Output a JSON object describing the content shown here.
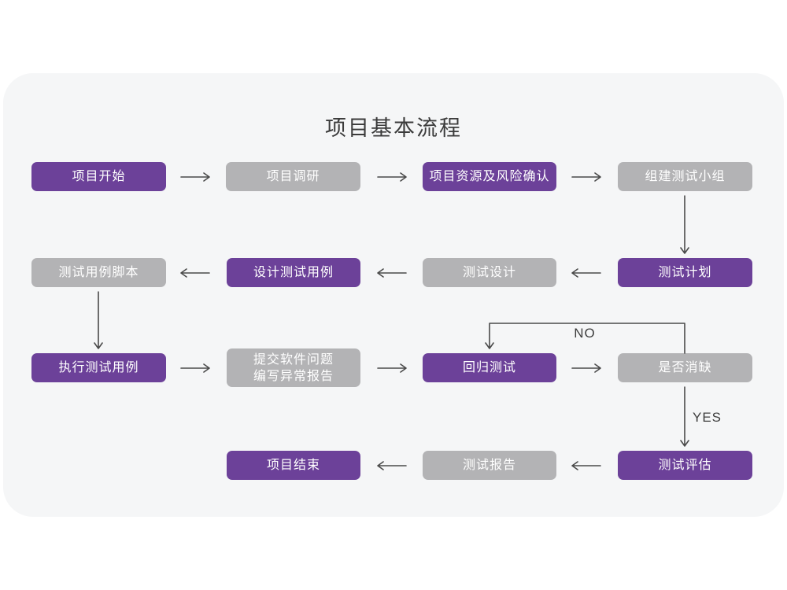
{
  "page": {
    "title": "项目基本流程"
  },
  "colors": {
    "purple": "#6c4199",
    "gray": "#b3b3b5",
    "node_text": "#ffffff",
    "arrow": "#4a4a4a",
    "card_bg": "#f5f6f7",
    "page_bg": "#ffffff",
    "title": "#3b3b3b",
    "branch_label": "#3e3e3e"
  },
  "branch_labels": {
    "no": "NO",
    "yes": "YES"
  },
  "nodes": {
    "start": {
      "label": "项目开始"
    },
    "research": {
      "label": "项目调研"
    },
    "risk_confirm": {
      "label": "项目资源及风险确认"
    },
    "build_team": {
      "label": "组建测试小组"
    },
    "test_plan": {
      "label": "测试计划"
    },
    "test_design": {
      "label": "测试设计"
    },
    "design_cases": {
      "label": "设计测试用例"
    },
    "case_script": {
      "label": "测试用例脚本"
    },
    "execute_cases": {
      "label": "执行测试用例"
    },
    "submit_issue": {
      "line1": "提交软件问题",
      "line2": "编写异常报告"
    },
    "regression": {
      "label": "回归测试"
    },
    "defect_cleared": {
      "label": "是否消缺"
    },
    "evaluate": {
      "label": "测试评估"
    },
    "report": {
      "label": "测试报告"
    },
    "end": {
      "label": "项目结束"
    }
  }
}
